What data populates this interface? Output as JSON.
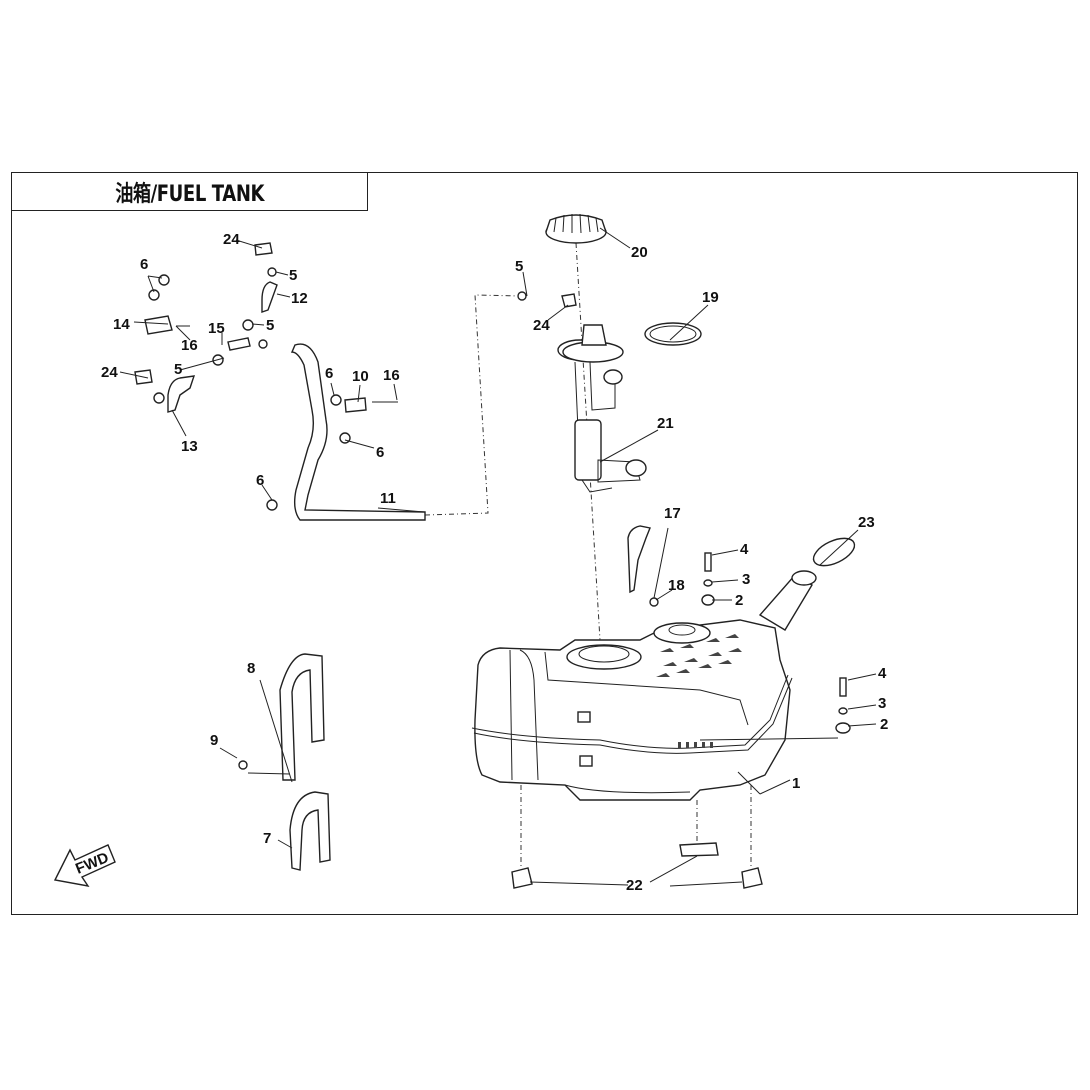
{
  "title": "油箱/FUEL TANK",
  "fwd_label": "FWD",
  "colors": {
    "line": "#222222",
    "background": "#ffffff"
  },
  "callouts": [
    "1",
    "2",
    "2",
    "3",
    "3",
    "4",
    "4",
    "5",
    "5",
    "5",
    "5",
    "6",
    "6",
    "6",
    "6",
    "7",
    "8",
    "9",
    "10",
    "11",
    "12",
    "13",
    "14",
    "15",
    "16",
    "16",
    "17",
    "18",
    "19",
    "20",
    "21",
    "22",
    "23",
    "24",
    "24",
    "24"
  ]
}
